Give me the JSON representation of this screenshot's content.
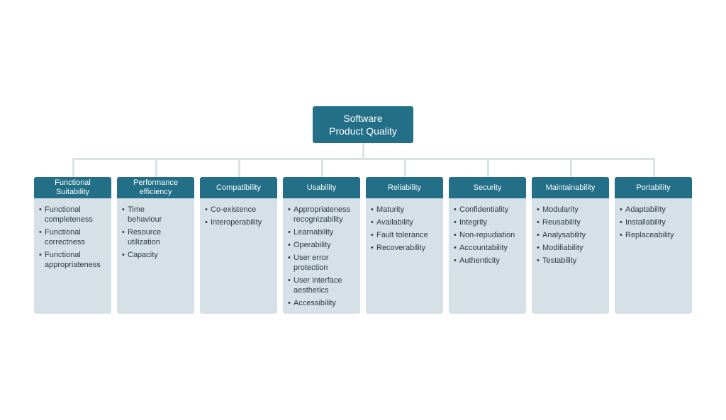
{
  "root": {
    "lines": [
      "Software",
      "Product Quality"
    ]
  },
  "categories": [
    {
      "title_lines": [
        "Functional",
        "Suitability"
      ],
      "items": [
        [
          "Functional",
          "completeness"
        ],
        [
          "Functional",
          "correctness"
        ],
        [
          "Functional",
          "appropriateness"
        ]
      ]
    },
    {
      "title_lines": [
        "Performance",
        "efficiency"
      ],
      "items": [
        [
          "Time",
          "behaviour"
        ],
        [
          "Resource",
          "utilization"
        ],
        [
          "Capacity"
        ]
      ]
    },
    {
      "title_lines": [
        "Compatibility"
      ],
      "items": [
        [
          "Co-existence"
        ],
        [
          "Interoperability"
        ]
      ]
    },
    {
      "title_lines": [
        "Usability"
      ],
      "items": [
        [
          "Appropriateness",
          "recognizability"
        ],
        [
          "Learnability"
        ],
        [
          "Operability"
        ],
        [
          "User error",
          "protection"
        ],
        [
          "User interface",
          "aesthetics"
        ],
        [
          "Accessibility"
        ]
      ]
    },
    {
      "title_lines": [
        "Reliability"
      ],
      "items": [
        [
          "Maturity"
        ],
        [
          "Availability"
        ],
        [
          "Fault tolerance"
        ],
        [
          "Recoverability"
        ]
      ]
    },
    {
      "title_lines": [
        "Security"
      ],
      "items": [
        [
          "Confidentiality"
        ],
        [
          "Integrity"
        ],
        [
          "Non-repudiation"
        ],
        [
          "Accountability"
        ],
        [
          "Authenticity"
        ]
      ]
    },
    {
      "title_lines": [
        "Maintainability"
      ],
      "items": [
        [
          "Modularity"
        ],
        [
          "Reusability"
        ],
        [
          "Analysability"
        ],
        [
          "Modifiability"
        ],
        [
          "Testability"
        ]
      ]
    },
    {
      "title_lines": [
        "Portability"
      ],
      "items": [
        [
          "Adaptability"
        ],
        [
          "Installability"
        ],
        [
          "Replaceability"
        ]
      ]
    }
  ]
}
